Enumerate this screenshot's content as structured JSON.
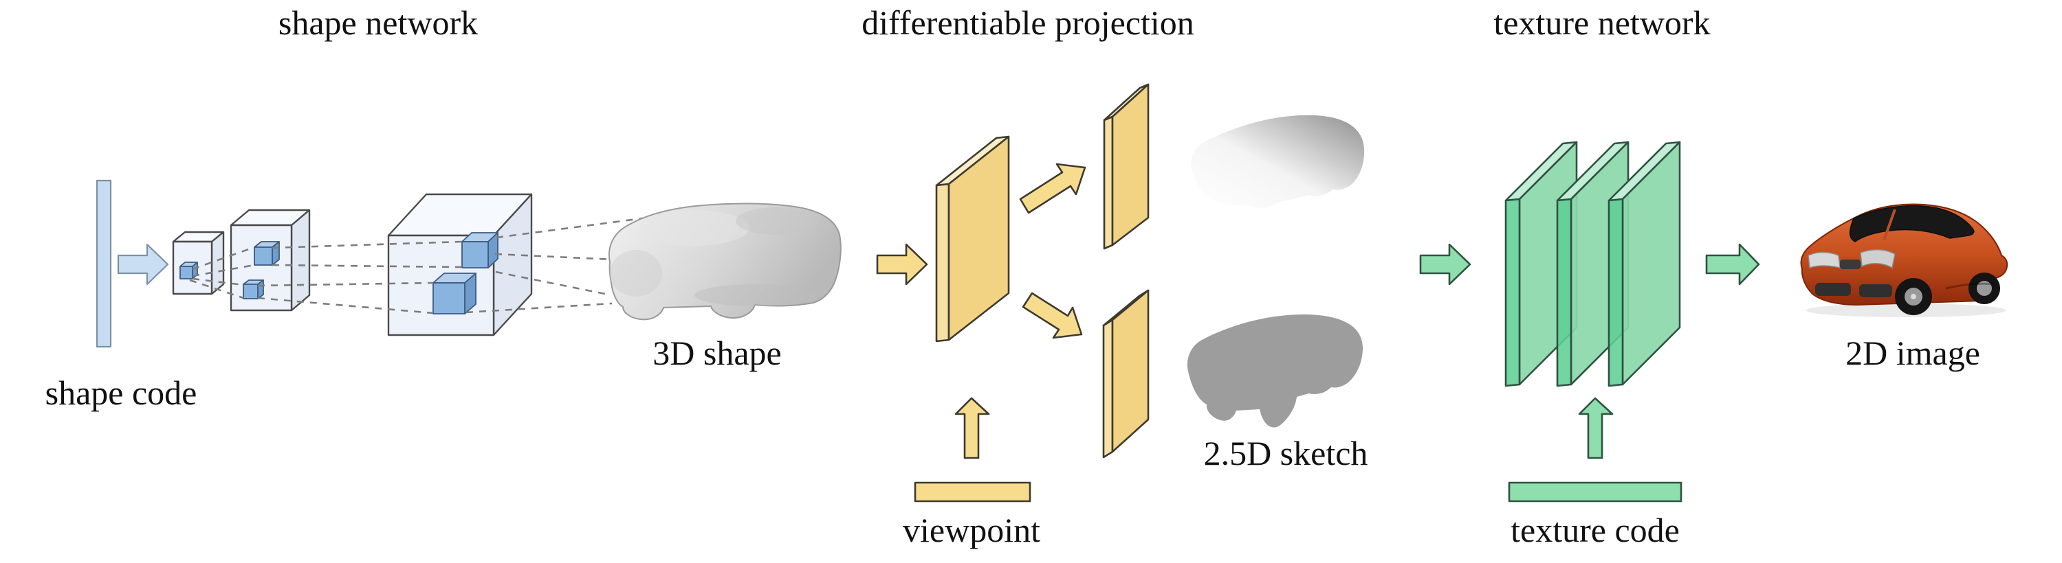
{
  "sections": {
    "shape_network": {
      "title": "shape network",
      "input_label": "shape code",
      "output_label": "3D shape"
    },
    "projection": {
      "title": "differentiable projection",
      "condition_label": "viewpoint",
      "output_label": "2.5D sketch"
    },
    "texture_network": {
      "title": "texture network",
      "condition_label": "texture code",
      "output_label": "2D image"
    }
  },
  "colors": {
    "code_bar_blue": "#c7dcf0",
    "arrow_blue": "#c9def2",
    "voxel_box_face": "#eef2fb",
    "voxel_cube_front": "#89b4df",
    "dashed_line_gray": "#7d7d7d",
    "projection_yellow": "#f1d383",
    "arrow_yellow": "#f8dc8e",
    "texture_green": "#8cd8ab",
    "arrow_green": "#8fdfae",
    "silhouette_gray": "#9d9d9d",
    "depth_map_white": "#ffffff",
    "mesh_gray": "#d6d6d6",
    "car_orange": "#c84e1e",
    "text_black": "#111111"
  }
}
